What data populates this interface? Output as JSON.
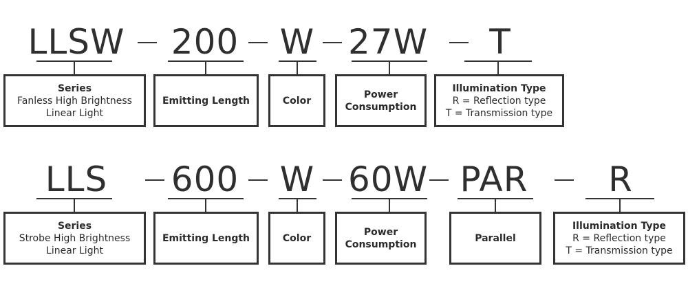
{
  "row1": {
    "codes": [
      "LLSW",
      "200",
      "W",
      "27W",
      "T"
    ],
    "boxes": [
      {
        "title": "Series",
        "lines": [
          "Fanless High Brightness",
          "Linear Light"
        ]
      },
      {
        "title": "Emitting Length",
        "lines": []
      },
      {
        "title": "Color",
        "lines": []
      },
      {
        "title": "Power Consumption",
        "lines": []
      },
      {
        "title": "Illumination Type",
        "lines": [
          "R = Reflection type",
          "T = Transmission type"
        ]
      }
    ]
  },
  "row2": {
    "codes": [
      "LLS",
      "600",
      "W",
      "60W",
      "PAR",
      "R"
    ],
    "boxes": [
      {
        "title": "Series",
        "lines": [
          "Strobe High Brightness",
          "Linear Light"
        ]
      },
      {
        "title": "Emitting Length",
        "lines": []
      },
      {
        "title": "Color",
        "lines": []
      },
      {
        "title": "Power Consumption",
        "lines": []
      },
      {
        "title": "Parallel",
        "lines": []
      },
      {
        "title": "Illumination Type",
        "lines": [
          "R = Reflection type",
          "T = Transmission type"
        ]
      }
    ]
  }
}
